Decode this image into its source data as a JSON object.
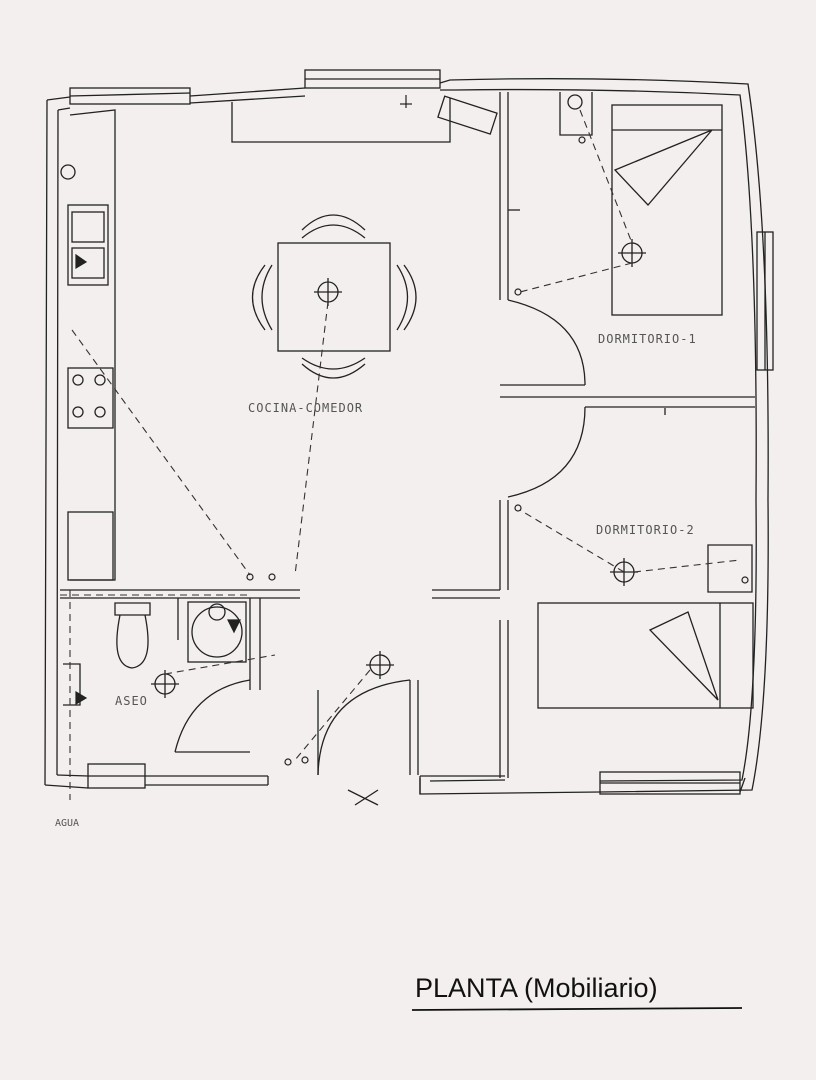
{
  "labels": {
    "cocina_comedor": "COCINA-COMEDOR",
    "dormitorio_1": "DORMITORIO-1",
    "dormitorio_2": "DORMITORIO-2",
    "aseo": "ASEO",
    "agua": "AGUA"
  },
  "title": "PLANTA (Mobiliario)"
}
